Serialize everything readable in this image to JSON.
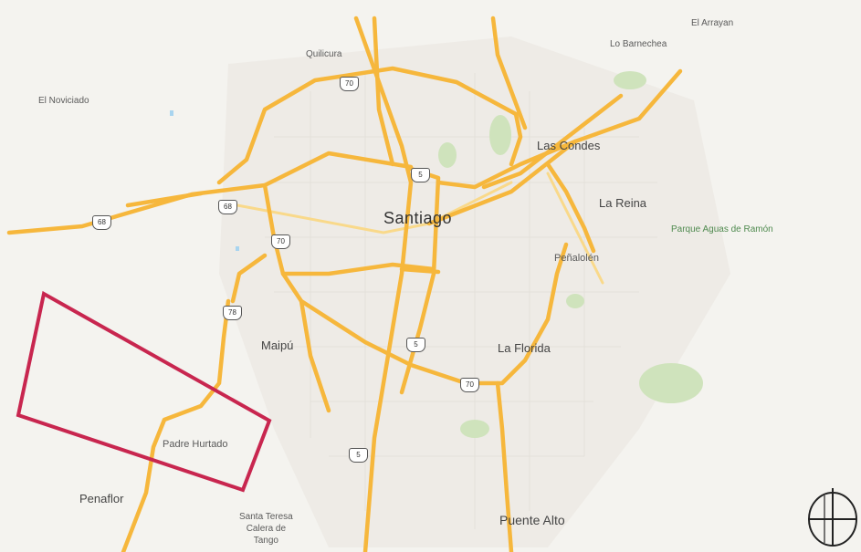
{
  "places": {
    "el_arrayan": "El Arrayan",
    "lo_barnechea": "Lo Barnechea",
    "quilicura": "Quilicura",
    "el_noviciado": "El Noviciado",
    "las_condes": "Las Condes",
    "santiago": "Santiago",
    "la_reina": "La Reina",
    "parque_aguas_de_ramon": "Parque Aguas de Ramón",
    "penalolen": "Peñalolén",
    "maipu": "Maipú",
    "la_florida": "La Florida",
    "padre_hurtado": "Padre Hurtado",
    "penaflor": "Penaflor",
    "santa_teresa": "Santa Teresa",
    "calera_de": "Calera de",
    "tango": "Tango",
    "puente_alto": "Puente Alto"
  },
  "highways": {
    "r70_north": "70",
    "r5_center": "5",
    "r68_west": "68",
    "r68_mid": "68",
    "r70_west": "70",
    "r78": "78",
    "r5_south": "5",
    "r70_south": "70",
    "r5_far_south": "5"
  },
  "colors": {
    "land": "#f4f3ef",
    "road_major": "#f6b73c",
    "road_light": "#f9d98a",
    "highlight_polygon": "#c8264f",
    "park": "#cfe3bc"
  }
}
